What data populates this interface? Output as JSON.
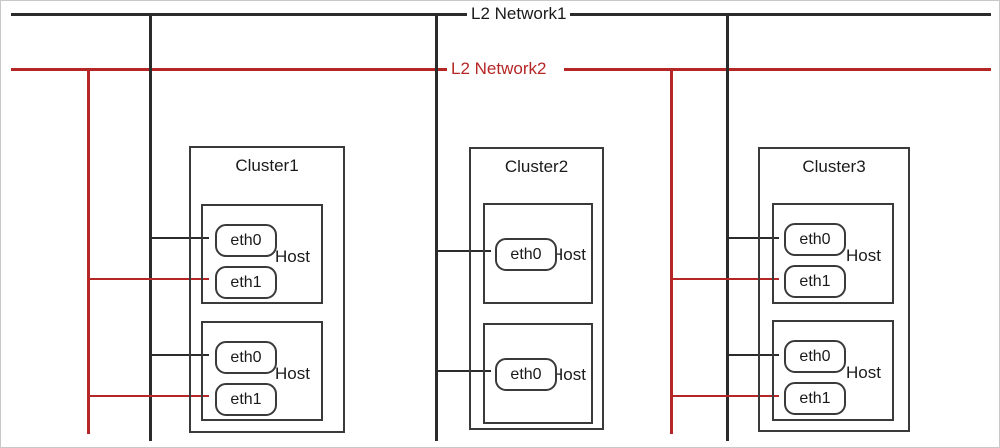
{
  "diagram": {
    "title_hidden": "",
    "colors": {
      "network1": "#2b2b2b",
      "network2": "#b52626",
      "box_stroke": "#3a3a3a",
      "text": "#1a1a1a",
      "background": "#ffffff",
      "frame": "#c8c8c8"
    },
    "buses": [
      {
        "id": "l2-network1",
        "label": "L2 Network1",
        "color": "#2b2b2b",
        "y": 12
      },
      {
        "id": "l2-network2",
        "label": "L2 Network2",
        "color": "#b52626",
        "y": 67
      }
    ],
    "clusters": [
      {
        "id": "cluster1",
        "label": "Cluster1",
        "hosts": [
          {
            "id": "cluster1-host1",
            "label": "Host",
            "nics": [
              {
                "label": "eth0",
                "network": "L2 Network1"
              },
              {
                "label": "eth1",
                "network": "L2 Network2"
              }
            ]
          },
          {
            "id": "cluster1-host2",
            "label": "Host",
            "nics": [
              {
                "label": "eth0",
                "network": "L2 Network1"
              },
              {
                "label": "eth1",
                "network": "L2 Network2"
              }
            ]
          }
        ]
      },
      {
        "id": "cluster2",
        "label": "Cluster2",
        "hosts": [
          {
            "id": "cluster2-host1",
            "label": "Host",
            "nics": [
              {
                "label": "eth0",
                "network": "L2 Network1"
              }
            ]
          },
          {
            "id": "cluster2-host2",
            "label": "Host",
            "nics": [
              {
                "label": "eth0",
                "network": "L2 Network1"
              }
            ]
          }
        ]
      },
      {
        "id": "cluster3",
        "label": "Cluster3",
        "hosts": [
          {
            "id": "cluster3-host1",
            "label": "Host",
            "nics": [
              {
                "label": "eth0",
                "network": "L2 Network1"
              },
              {
                "label": "eth1",
                "network": "L2 Network2"
              }
            ]
          },
          {
            "id": "cluster3-host2",
            "label": "Host",
            "nics": [
              {
                "label": "eth0",
                "network": "L2 Network1"
              },
              {
                "label": "eth1",
                "network": "L2 Network2"
              }
            ]
          }
        ]
      }
    ]
  }
}
